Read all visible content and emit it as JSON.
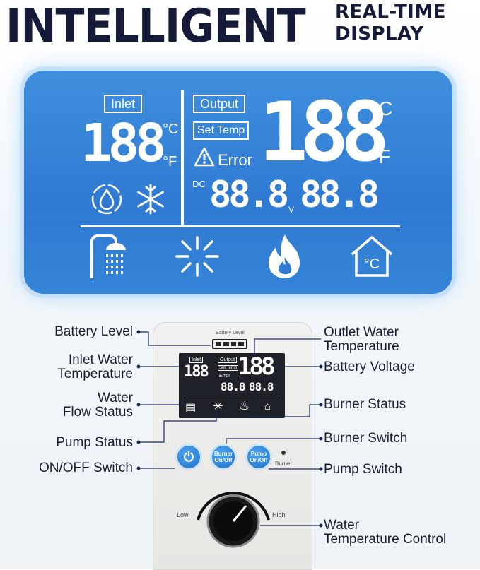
{
  "header": {
    "title": "INTELLIGENT",
    "subtitle_line1": "REAL-TIME",
    "subtitle_line2": "DISPLAY"
  },
  "lcd": {
    "inlet_label": "Inlet",
    "inlet_digits": "188",
    "unit_c": "°C",
    "unit_f": "°F",
    "output_label": "Output",
    "set_temp_label": "Set Temp",
    "output_digits": "188",
    "error_label": "Error",
    "dc_label": "DC",
    "voltage_digits_1": "88.8",
    "voltage_unit": "V",
    "voltage_digits_2": "88.8",
    "icons": [
      "water-drop-icon",
      "snowflake-icon",
      "shower-icon",
      "sun-icon",
      "flame-icon",
      "house-temperature-icon"
    ],
    "colors": {
      "panel": "#2f7ad2",
      "segment": "#ffffff"
    }
  },
  "device": {
    "battery_label": "Battery Level",
    "mini_inlet": "Inlet",
    "mini_output": "Output",
    "mini_set_temp": "Set Temp",
    "mini_error": "Error",
    "burner_button": "Burner On/Off",
    "pump_button": "Pump On/Off",
    "burner_indicator": "Burner",
    "knob_low": "Low",
    "knob_high": "High"
  },
  "callouts": {
    "battery_level": "Battery Level",
    "inlet_water_temp_1": "Inlet Water",
    "inlet_water_temp_2": "Temperature",
    "water_flow_1": "Water",
    "water_flow_2": "Flow Status",
    "pump_status": "Pump Status",
    "on_off_switch": "ON/OFF Switch",
    "outlet_water_temp_1": "Outlet Water",
    "outlet_water_temp_2": "Temperature",
    "battery_voltage": "Battery Voltage",
    "burner_status": "Burner Status",
    "burner_switch": "Burner Switch",
    "pump_switch": "Pump Switch",
    "water_temp_control_1": "Water",
    "water_temp_control_2": "Temperature Control"
  }
}
